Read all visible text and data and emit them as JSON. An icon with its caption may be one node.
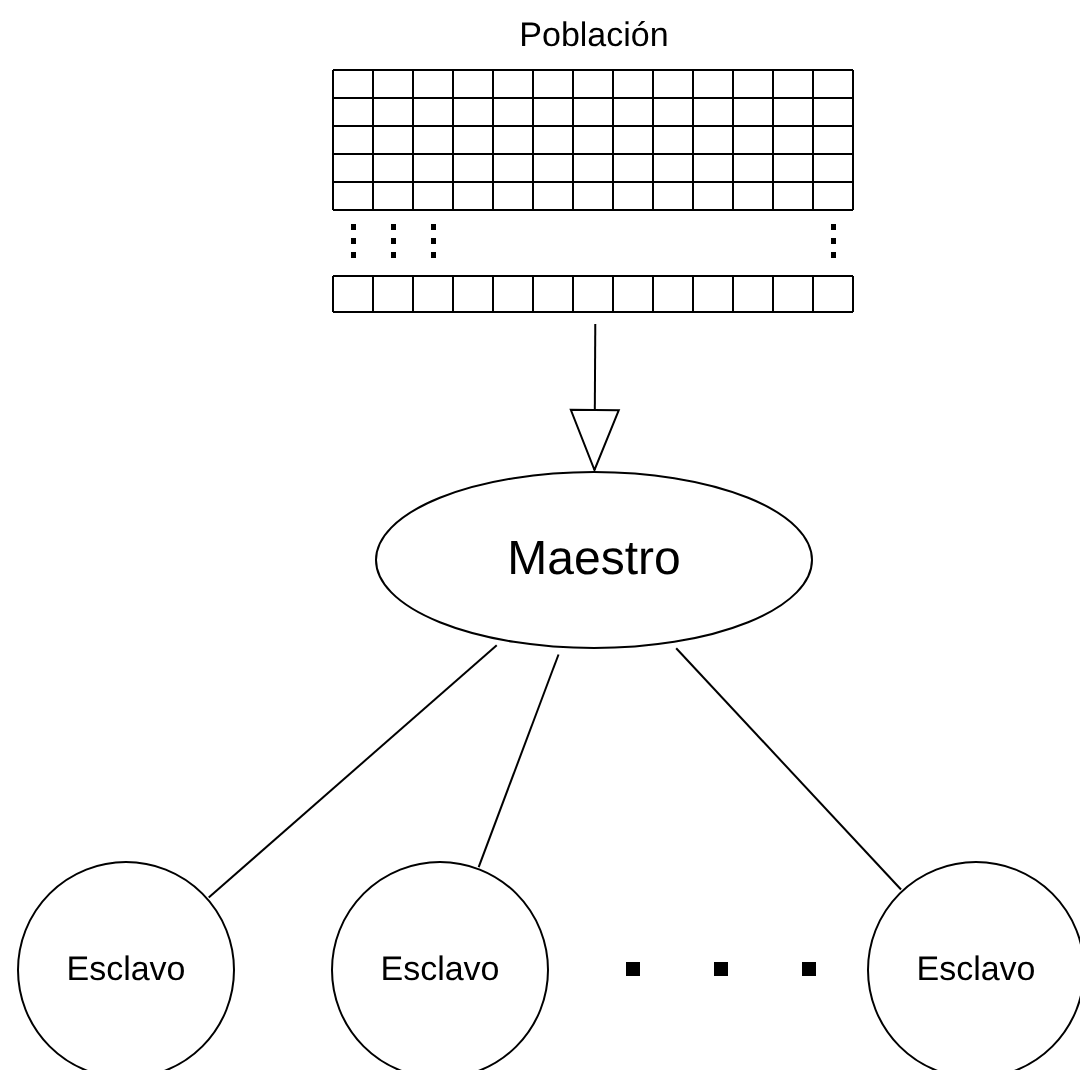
{
  "diagram": {
    "nodes": [
      {
        "text": [
          "Población"
        ]
      },
      {
        "text": [
          "Maestro"
        ]
      },
      {
        "text": [
          "Esclavo"
        ]
      },
      {
        "text": [
          "Esclavo"
        ]
      },
      {
        "text": [
          "Esclavo"
        ]
      }
    ],
    "edges": [
      {
        "from": 0,
        "to": 1,
        "arrow": "to"
      },
      {
        "from": 1,
        "to": 2,
        "arrow": "none"
      },
      {
        "from": 1,
        "to": 3,
        "arrow": "none"
      },
      {
        "from": 1,
        "to": 4,
        "arrow": "none"
      }
    ]
  }
}
